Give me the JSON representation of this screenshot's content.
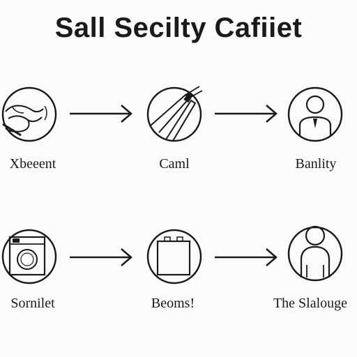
{
  "title": "Sall Secilty Cafiiet",
  "steps": [
    {
      "label": "Xbeeent",
      "icon": "hand-gesture-icon"
    },
    {
      "label": "Caml",
      "icon": "tweezers-icon"
    },
    {
      "label": "Banlity",
      "icon": "person-icon"
    },
    {
      "label": "Sornilet",
      "icon": "washing-machine-icon"
    },
    {
      "label": "Beoms!",
      "icon": "document-icon"
    },
    {
      "label": "The Slalouge",
      "icon": "user-icon"
    }
  ],
  "colors": {
    "stroke": "#1a1a1a",
    "background": "#fbfbfa"
  }
}
